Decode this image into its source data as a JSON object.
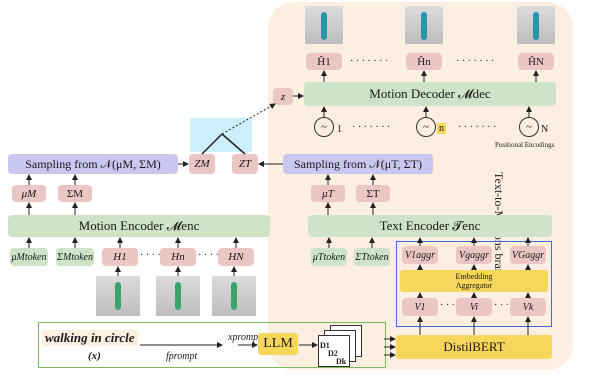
{
  "branch_label": "Text-to-Motions branch",
  "motion_decoder": "Motion Decoder 𝓜dec",
  "motion_encoder": "Motion Encoder 𝓜enc",
  "text_encoder": "Text Encoder 𝓣enc",
  "sampling_motion": "Sampling from 𝒩(μM, ΣM)",
  "sampling_text": "Sampling from 𝒩(μT, ΣT)",
  "z": "z",
  "zm": "ZM",
  "zt": "ZT",
  "mu_m": "μM",
  "sigma_m": "ΣM",
  "mu_t": "μT",
  "sigma_t": "ΣT",
  "pos_enc_label": "Positional Encodings",
  "pos_enc": [
    "1",
    "n",
    "N"
  ],
  "outputs": [
    "Ĥ1",
    "Ĥn",
    "ĤN"
  ],
  "motion_inputs": [
    "H1",
    "Hn",
    "HN"
  ],
  "motion_tokens": [
    "μMtoken",
    "ΣMtoken"
  ],
  "text_tokens": [
    "μTtoken",
    "ΣTtoken"
  ],
  "aggr_vectors": [
    "V1aggr",
    "Vgaggr",
    "VGaggr"
  ],
  "embedding_aggregator": [
    "Embedding",
    "Aggregator"
  ],
  "v_vectors": [
    "V1",
    "Vi",
    "Vk"
  ],
  "distilbert": "DistilBERT",
  "llm": "LLM",
  "prompt_text": "walking in circle",
  "prompt_x": "(x)",
  "x_prompt": "xprompt",
  "f_prompt": "fprompt",
  "docs": [
    "D1",
    "D2",
    "Dk"
  ],
  "dots": "· · · · · · ·",
  "colors": {
    "branch_bg": "#fdeee2",
    "green": "#cfe3c9",
    "pink": "#ecc6c4",
    "purple": "#c9c7ef",
    "yellow": "#f7d65c",
    "blue_border": "#3b6fd8",
    "cyan": "#cdeefb"
  }
}
